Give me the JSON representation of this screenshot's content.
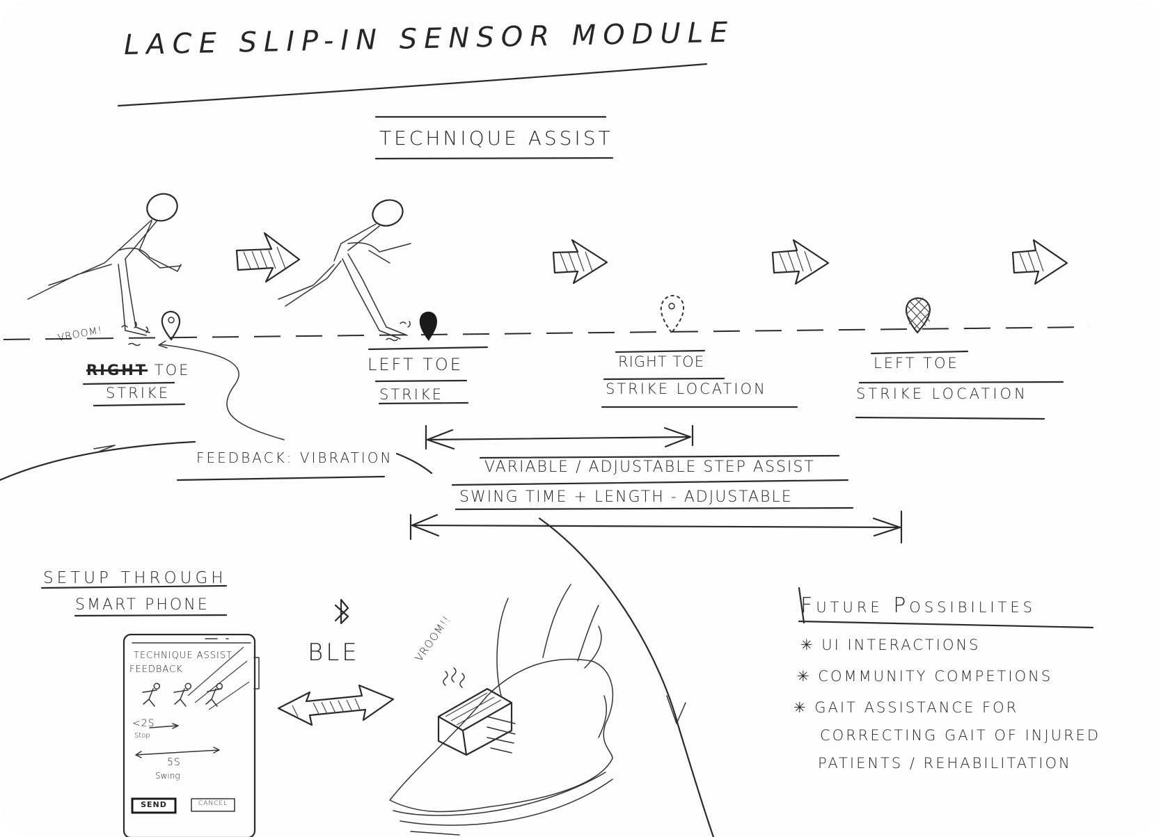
{
  "title": "Lace Slip-in Sensor Module",
  "technique_assist": {
    "heading": "Technique Assist",
    "feedback_exclamation": "Vroom!",
    "steps": [
      {
        "label_struck": "Right",
        "label_rest": "Toe",
        "line2": "Strike"
      },
      {
        "line1": "Left Toe",
        "line2": "Strike"
      },
      {
        "line1": "Right Toe",
        "line2": "Strike Location"
      },
      {
        "line1": "Left Toe",
        "line2": "Strike Location"
      }
    ],
    "feedback_label": "Feedback: Vibration",
    "step_assist_label": "Variable / Adjustable Step Assist",
    "swing_label": "Swing Time + Length - Adjustable"
  },
  "setup": {
    "heading_line1": "Setup through",
    "heading_line2": "Smart Phone",
    "connection_icon": "bluetooth-icon",
    "connection_label": "BLE",
    "shoe_exclamation": "Vroom!!",
    "phone": {
      "title_line1": "Technique Assist",
      "title_line2": "Feedback",
      "stop_value": "<2s",
      "stop_label": "Stop",
      "swing_value": "5s",
      "swing_label": "Swing",
      "send_button": "Send",
      "cancel_button": "Cancel"
    }
  },
  "future": {
    "heading": "Future Possibilites",
    "items": [
      "UI Interactions",
      "Community Competions",
      "Gait Assistance for",
      "correcting gait of injured",
      "patients / rehabilitation"
    ]
  }
}
